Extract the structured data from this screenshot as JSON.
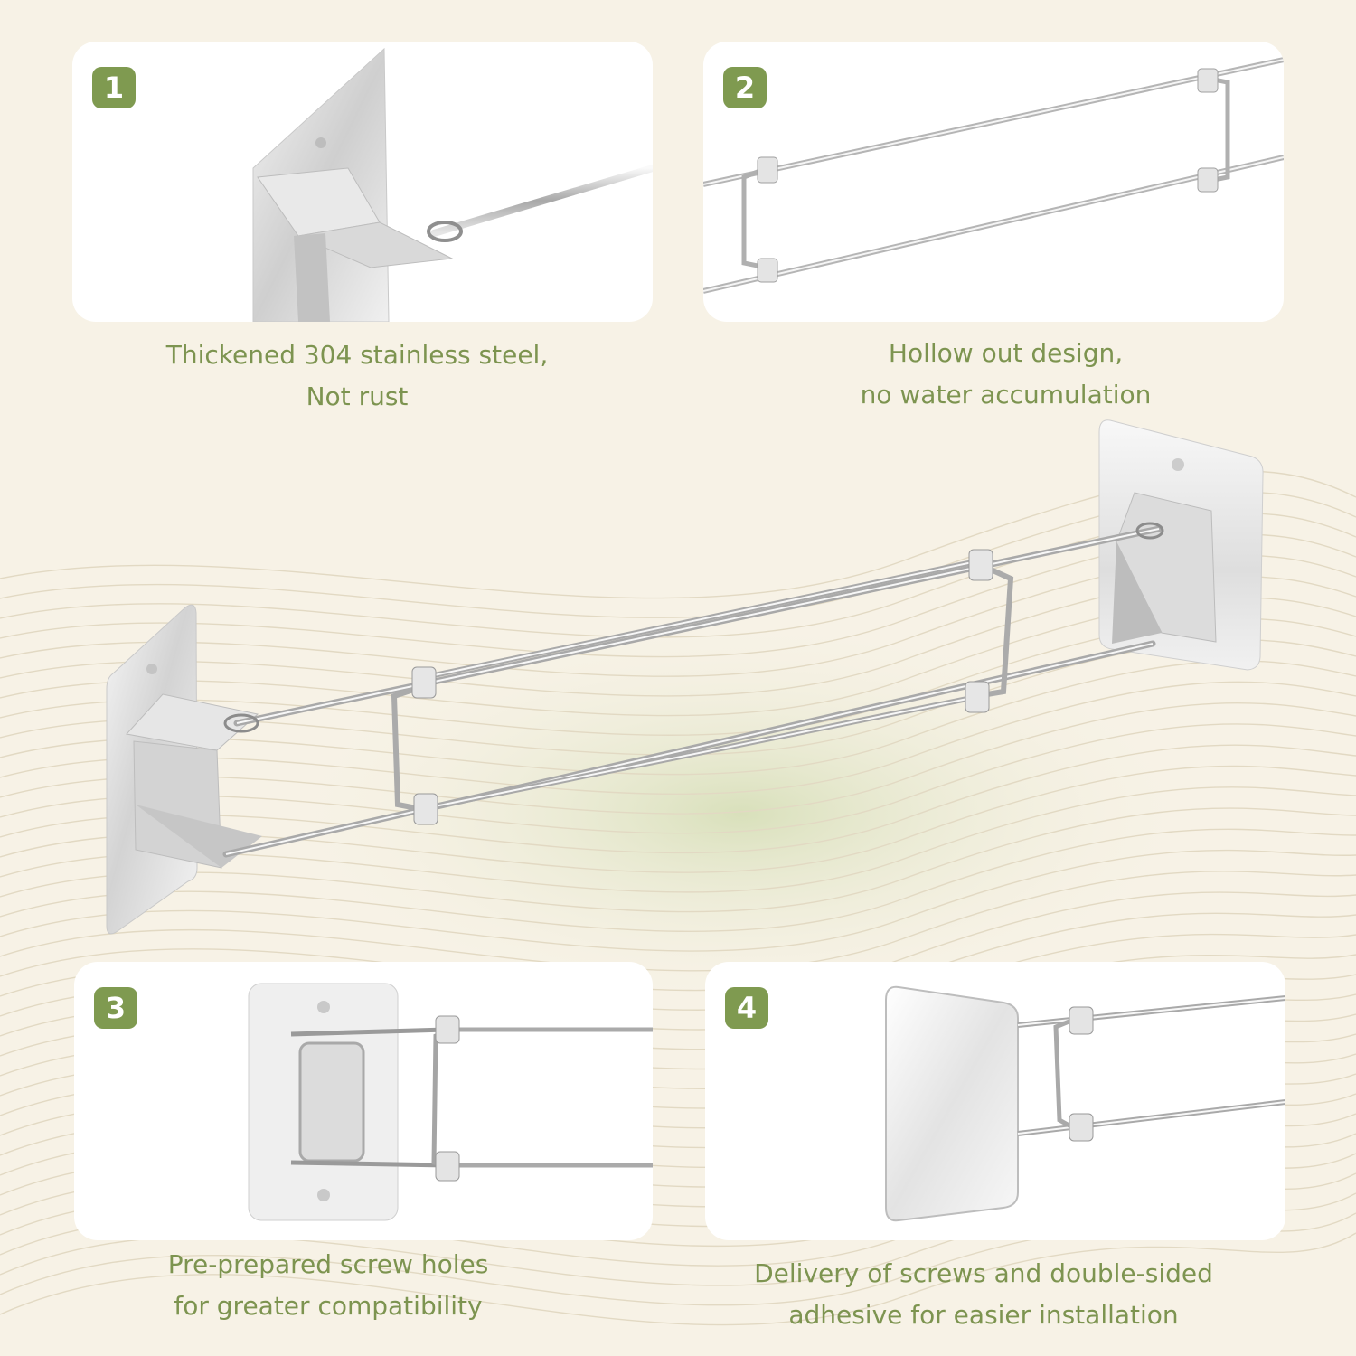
{
  "colors": {
    "background": "#f7f2e6",
    "panel": "#ffffff",
    "accent_green": "#7f9a50",
    "caption_green": "#7d9450",
    "steel_light": "#eeeeee",
    "steel_dark": "#9a9a9a"
  },
  "features": [
    {
      "number": "1",
      "caption_line1": "Thickened 304 stainless steel,",
      "caption_line2": "Not rust"
    },
    {
      "number": "2",
      "caption_line1": "Hollow out design,",
      "caption_line2": "no water accumulation"
    },
    {
      "number": "3",
      "caption_line1": "Pre-prepared screw holes",
      "caption_line2": "for greater compatibility"
    },
    {
      "number": "4",
      "caption_line1": "Delivery of screws and double-sided",
      "caption_line2": "adhesive for easier installation"
    }
  ]
}
